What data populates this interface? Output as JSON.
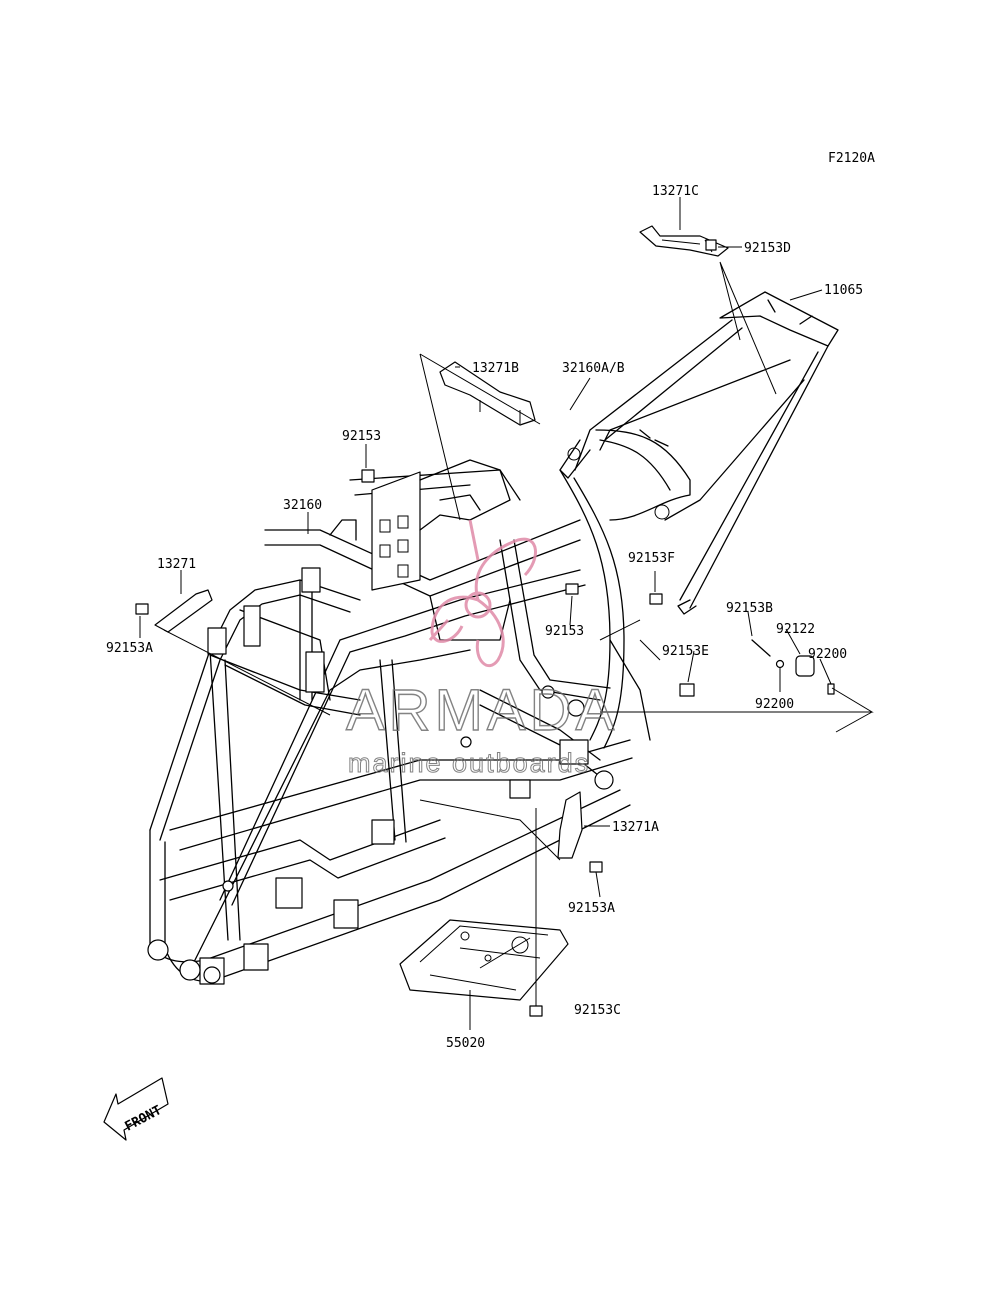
{
  "figure_code": "F2120A",
  "parts": {
    "p13271C": "13271C",
    "p92153D": "92153D",
    "p11065": "11065",
    "p13271B": "13271B",
    "p32160AB": "32160A/B",
    "p92153": "92153",
    "p32160": "32160",
    "p13271": "13271",
    "p92153A_left": "92153A",
    "p92153F": "92153F",
    "p92153_mid": "92153",
    "p92153B": "92153B",
    "p92122": "92122",
    "p92200_right": "92200",
    "p92153E": "92153E",
    "p92200_bottom": "92200",
    "p13271A": "13271A",
    "p92153A_bottom": "92153A",
    "p92153C": "92153C",
    "p55020": "55020"
  },
  "front_label": "FRONT",
  "watermark": {
    "brand": "ARMADA",
    "tagline": "marine outboards",
    "logo_color": "#e08aa8",
    "text_color": "#6e6e6e"
  }
}
